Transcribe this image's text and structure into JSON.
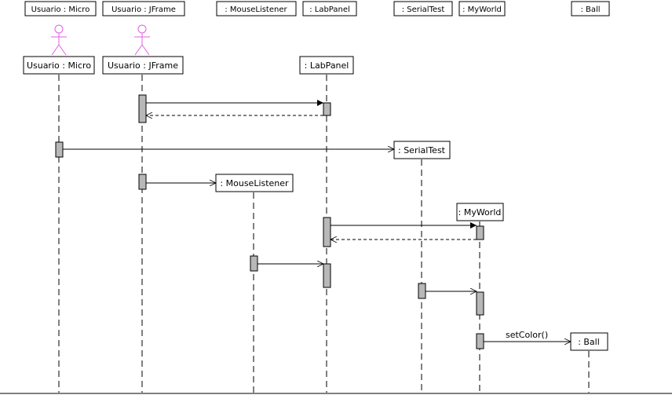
{
  "header": {
    "tabs": [
      {
        "label": "Usuario : Micro"
      },
      {
        "label": "Usuario : JFrame"
      },
      {
        "label": ": MouseListener"
      },
      {
        "label": ": LabPanel"
      },
      {
        "label": ": SerialTest"
      },
      {
        "label": ": MyWorld"
      },
      {
        "label": ": Ball"
      }
    ]
  },
  "diagram": {
    "actors": [
      {
        "label": "Usuario : Micro",
        "icon": "stick-figure-icon"
      },
      {
        "label": "Usuario : JFrame",
        "icon": "stick-figure-icon"
      }
    ],
    "objects": [
      {
        "label": ": LabPanel"
      },
      {
        "label": ": SerialTest"
      },
      {
        "label": ": MouseListener"
      },
      {
        "label": ": MyWorld"
      },
      {
        "label": ": Ball"
      }
    ],
    "messages": [
      {
        "label": "setColor()"
      }
    ]
  },
  "colors": {
    "actor": "#e060e0",
    "activation_fill": "#b8b8b8",
    "line": "#000000",
    "bottom_rule": "#808080"
  }
}
